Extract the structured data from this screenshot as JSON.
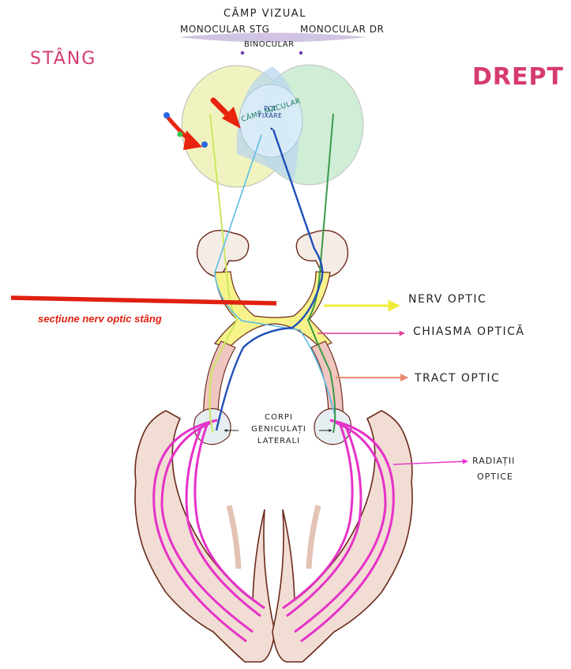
{
  "labels": {
    "camp_vizual": "CÂMP VIZUAL",
    "monocular_stg": "MONOCULAR STG",
    "monocular_dr": "MONOCULAR DR",
    "binocular": "BINOCULAR",
    "stang": "STÂNG",
    "drept": "DREPT",
    "camp_macular": "CÂMP MACULAR",
    "pct_fixare": [
      "PCT",
      "FIXARE"
    ],
    "sectiune": "secțiune nerv optic stâng",
    "nerv_optic": "NERV OPTIC",
    "chiasma_optica": "CHIASMA OPTICĂ",
    "tract_optic": "TRACT OPTIC",
    "corpi_geniculati": [
      "CORPI",
      "GENICULAȚI",
      "LATERALI"
    ],
    "radiatii_optice": [
      "RADIAȚII",
      "OPTICE"
    ]
  },
  "colors": {
    "left_field": "#f0f3c0",
    "right_field": "#c8ebd0",
    "binocular_zone": "#b9d6ee",
    "macular_zone": "#dceefb",
    "pathway_yellow": "#f7f28a",
    "pathway_pink": "#f0c6c0",
    "brain_outline": "#6b2a1c",
    "brain_fill": "#f1ddd4",
    "radiation_magenta": "#e632c8",
    "lesion_red": "#e02010",
    "arrow_red": "#e8240e",
    "label_pink": "#d63b6e",
    "fiber_light_green": "#c9e85e",
    "fiber_dark_green": "#3a9a48",
    "fiber_light_blue": "#5bbde6",
    "fiber_dark_blue": "#1f4fb8"
  },
  "icons": {
    "left_red_arrow": "curved-red-arrow-icon",
    "field_red_arrow": "red-arrow-icon"
  }
}
